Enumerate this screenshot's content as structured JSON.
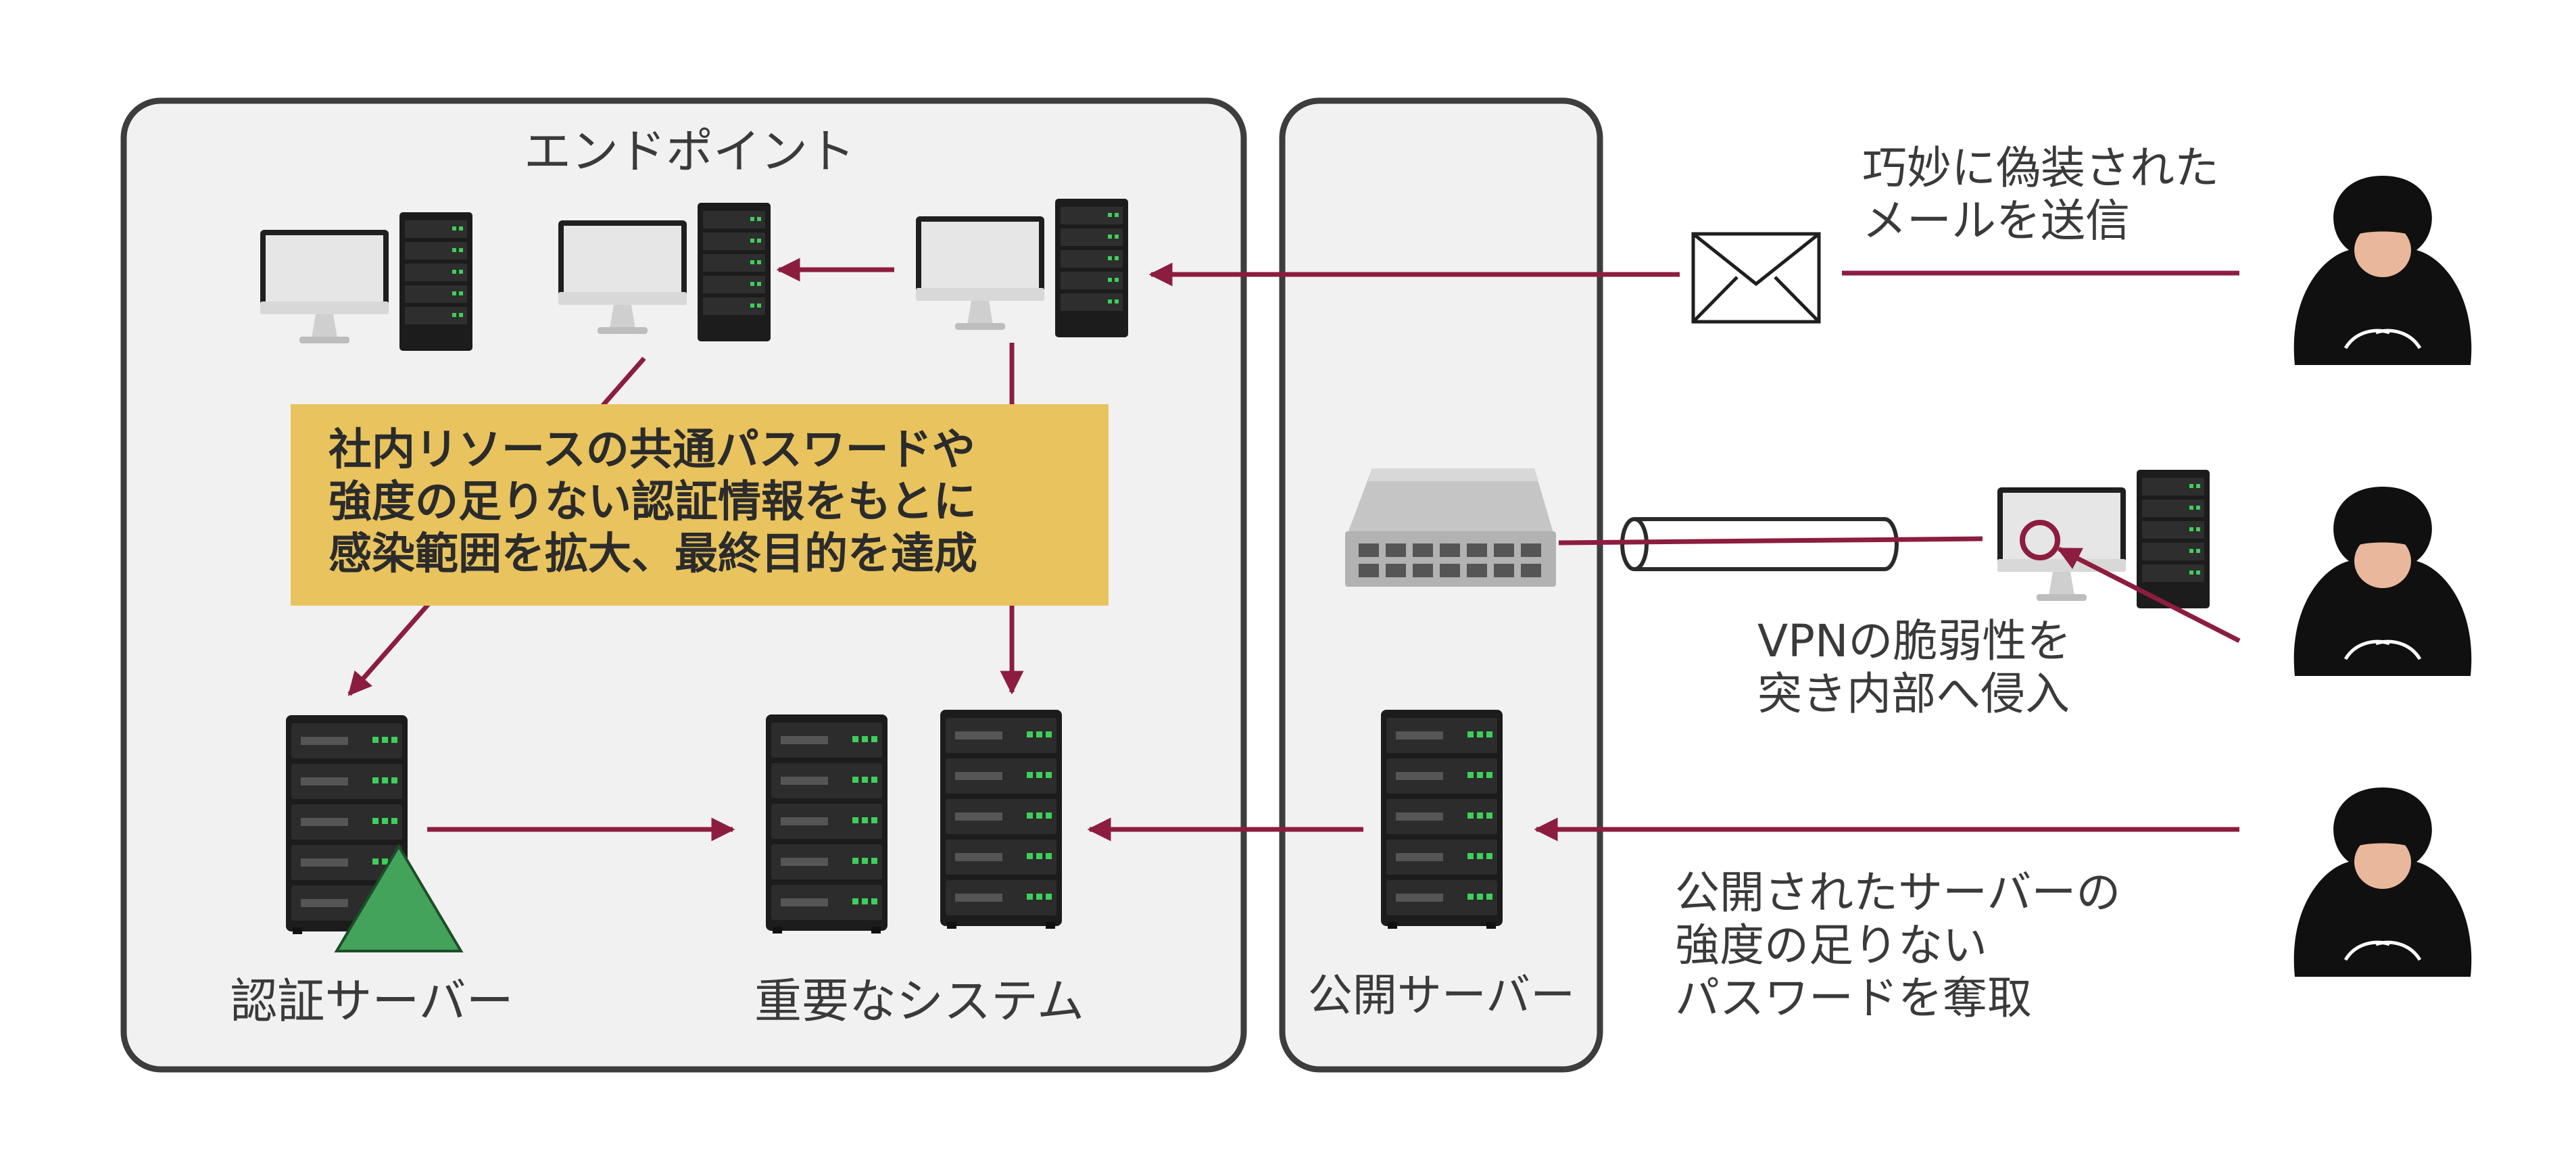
{
  "zones": {
    "endpoint": {
      "label": "エンドポイント"
    },
    "public": {
      "label": "公開サーバー"
    }
  },
  "nodes": {
    "auth_server": {
      "label": "認証サーバー"
    },
    "critical_system": {
      "label": "重要なシステム"
    },
    "public_server": {
      "label": "公開サーバー"
    }
  },
  "note": {
    "lines": [
      "社内リソースの共通パスワードや",
      "強度の足りない認証情報をもとに",
      "感染範囲を拡大、最終目的を達成"
    ]
  },
  "attacks": {
    "email": {
      "lines": [
        "巧妙に偽装された",
        "メールを送信"
      ]
    },
    "vpn": {
      "lines": [
        "VPNの脆弱性を",
        "突き内部へ侵入"
      ]
    },
    "password": {
      "lines": [
        "公開されたサーバーの",
        "強度の足りない",
        "パスワードを奪取"
      ]
    }
  },
  "colors": {
    "arrow": "#8c1d40",
    "zone_fill": "#f1f1f1",
    "zone_border": "#3d3d3d",
    "note_fill": "#e8c35e",
    "triangle": "#43a35a",
    "server": "#1c1c1c",
    "server_led": "#3ecf5a"
  }
}
